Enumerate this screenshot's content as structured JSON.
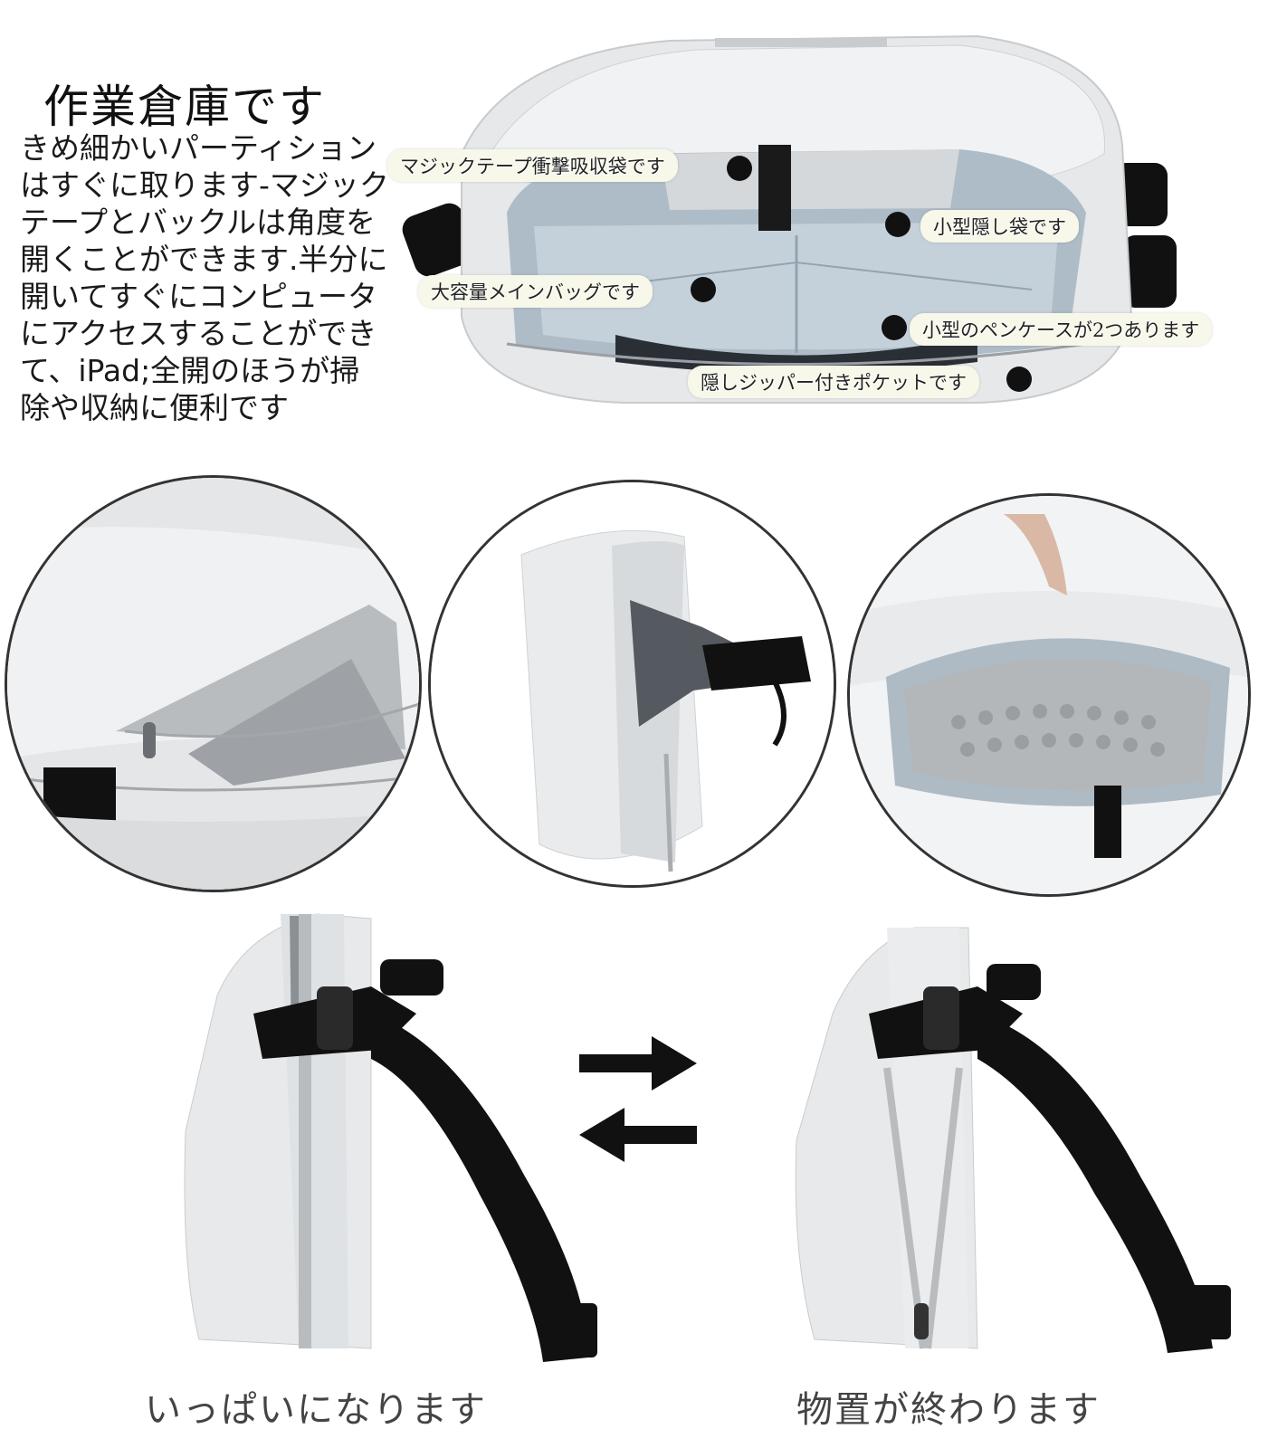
{
  "header": {
    "title": "作業倉庫です",
    "description_lines": [
      "きめ細かいパーティション",
      "はすぐに取ります-マジック",
      "テープとバックルは角度を",
      "開くことができます.半分に",
      "開いてすぐにコンピュータ",
      "にアクセスすることができ",
      "て、iPad;全開のほうが掃",
      "除や収納に便利です"
    ]
  },
  "labels": {
    "velcro_pocket": "マジックテープ衝撃吸収袋です",
    "small_hidden": "小型隠し袋です",
    "main_bag": "大容量メインバッグです",
    "pen_cases": "小型のペンケースが2つあります",
    "zipper_pocket": "隠しジッパー付きポケットです"
  },
  "captions": {
    "full": "いっぱいになります",
    "done": "物置が終わります"
  },
  "colors": {
    "bag": "#e9ebec",
    "lining": "#b7c4cf",
    "strap": "#111111",
    "pill_bg": "#f7f7ea"
  },
  "icons": {
    "arrow_right": "arrow-right-icon",
    "arrow_left": "arrow-left-icon"
  }
}
